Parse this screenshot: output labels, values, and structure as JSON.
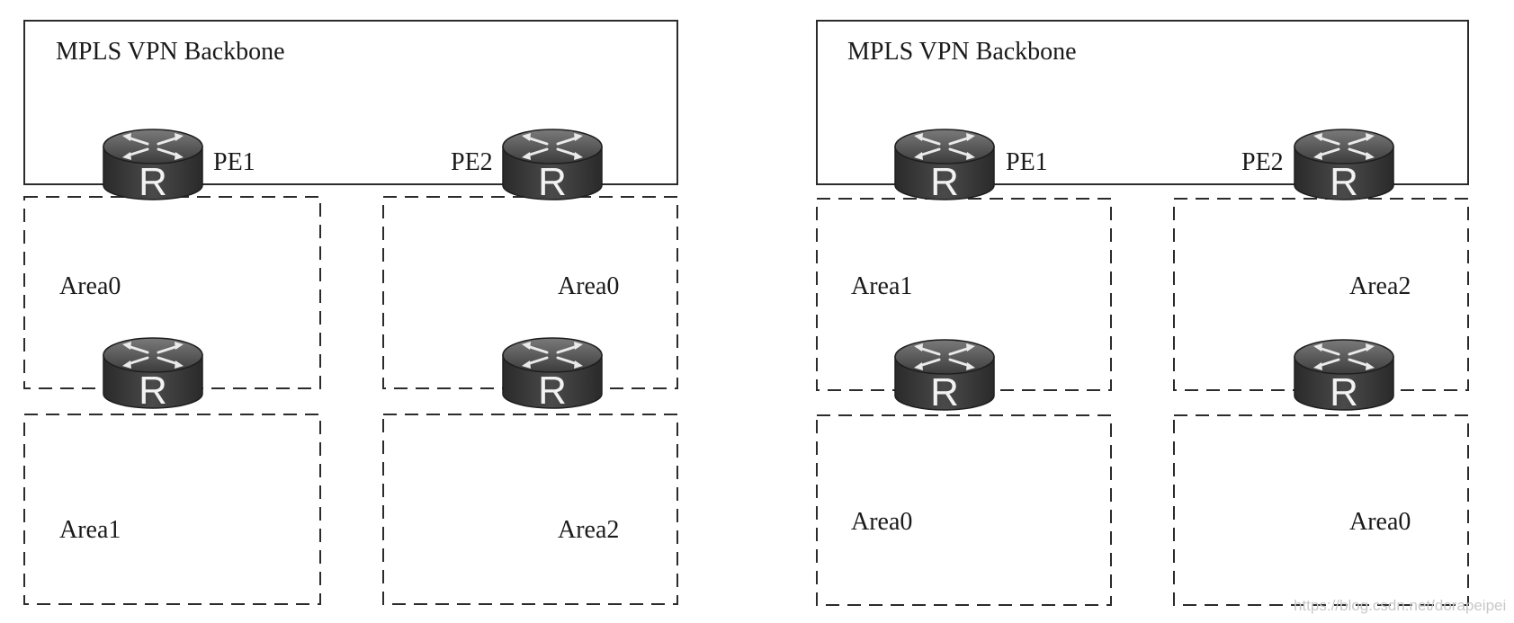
{
  "watermark": "https://blog.csdn.net/dorapeipei",
  "panels": [
    {
      "backbone_label": "MPLS VPN Backbone",
      "pe1_label": "PE1",
      "pe2_label": "PE2",
      "areas": {
        "top_left": "Area0",
        "top_right": "Area0",
        "bottom_left": "Area1",
        "bottom_right": "Area2"
      },
      "router_glyph": "R"
    },
    {
      "backbone_label": "MPLS VPN Backbone",
      "pe1_label": "PE1",
      "pe2_label": "PE2",
      "areas": {
        "top_left": "Area1",
        "top_right": "Area2",
        "bottom_left": "Area0",
        "bottom_right": "Area0"
      },
      "router_glyph": "R"
    }
  ]
}
